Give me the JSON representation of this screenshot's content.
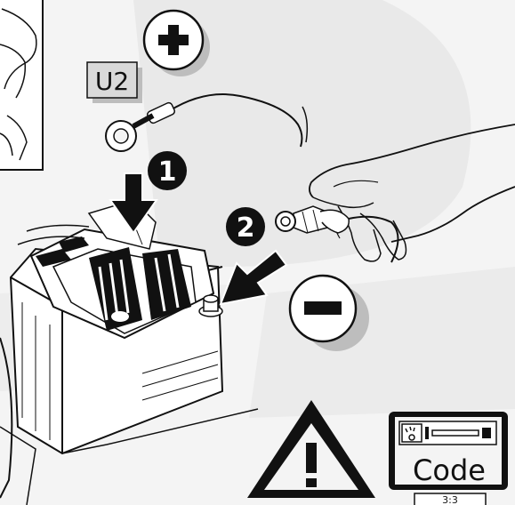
{
  "labels": {
    "cable_tag": "U2",
    "step_1": "1",
    "step_2": "2",
    "code_word": "Code",
    "page_indicator": "3:3"
  },
  "symbols": {
    "positive": "plus-icon",
    "negative": "minus-icon",
    "warning": "warning-triangle-icon",
    "radio_code": "radio-code-icon"
  },
  "colors": {
    "background": "#f4f4f4",
    "watermark": "#e6e6e6",
    "ink": "#111111",
    "grey_shadow": "#b8b8b8",
    "tag_bg": "#d9d9d9"
  }
}
